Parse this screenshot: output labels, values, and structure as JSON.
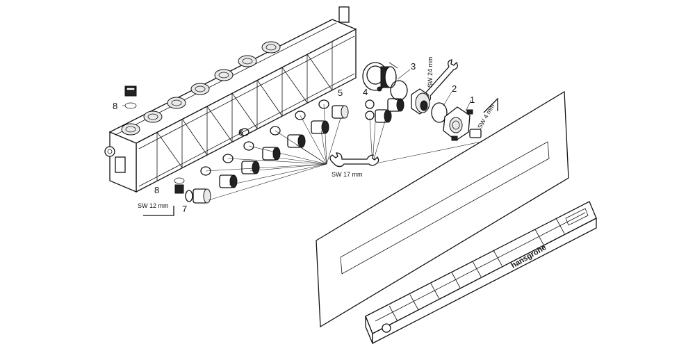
{
  "callouts": {
    "c1": "1",
    "c2": "2",
    "c3": "3",
    "c4": "4",
    "c5": "5",
    "c6": "6",
    "c7": "7",
    "c8a": "8",
    "c8b": "8"
  },
  "tools": {
    "sw17": "SW 17 mm",
    "sw12": "SW 12 mm",
    "sw24": "SW 24 mm",
    "sw4": "SW 4 mm"
  },
  "brand": {
    "logo": "hansgrohe"
  }
}
